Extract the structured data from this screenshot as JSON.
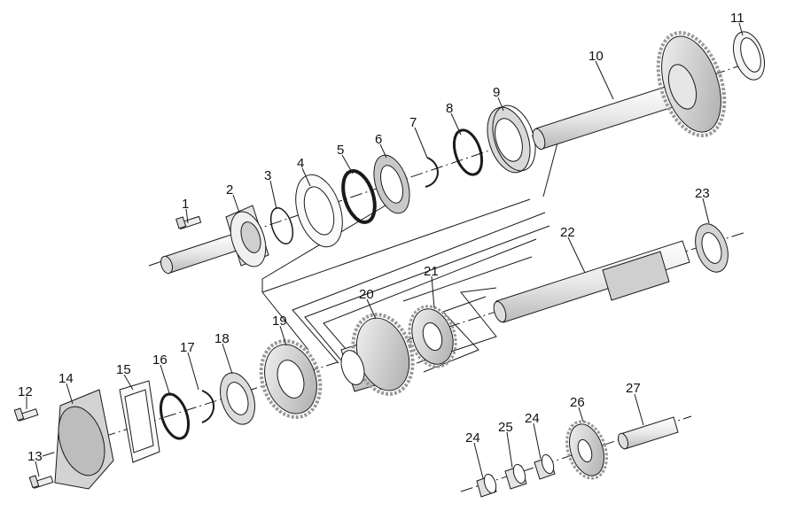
{
  "diagram": {
    "part_numbers": [
      "1",
      "2",
      "3",
      "4",
      "5",
      "6",
      "7",
      "8",
      "9",
      "10",
      "11",
      "12",
      "13",
      "14",
      "15",
      "16",
      "17",
      "18",
      "19",
      "20",
      "21",
      "22",
      "23",
      "24",
      "25",
      "24",
      "26",
      "27"
    ]
  },
  "colors": {
    "line": "#1a1a1a",
    "part_fill": "#f3f3f3",
    "part_shade": "#cfcfcf",
    "gear_teeth": "#bdbdbd",
    "background": "#ffffff"
  }
}
